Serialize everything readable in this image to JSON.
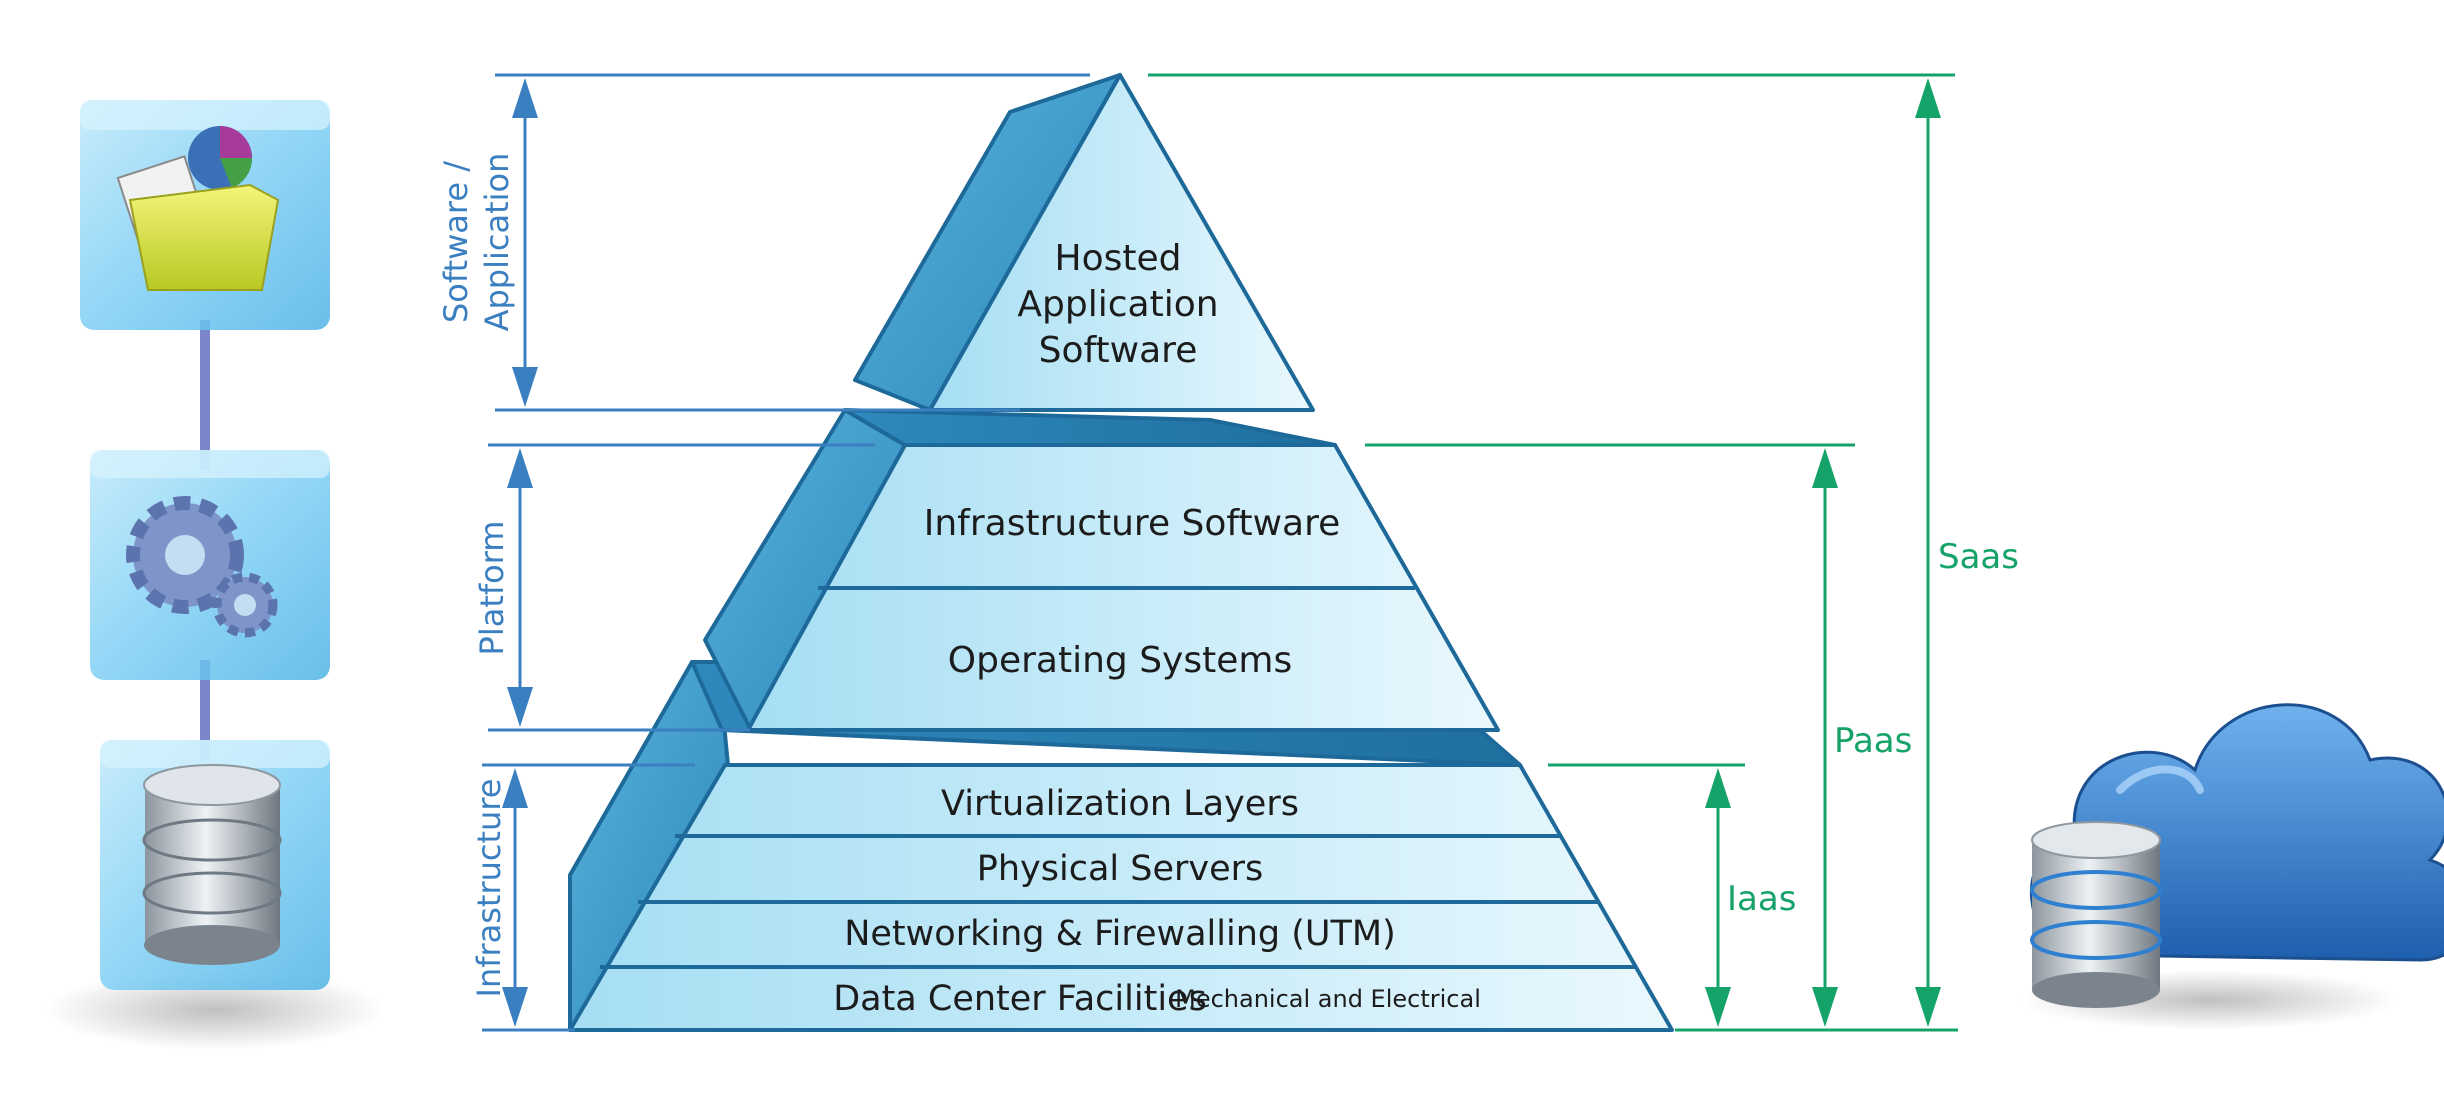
{
  "tiers": {
    "top": [
      "Hosted",
      "Application",
      "Software"
    ],
    "infrastructure_software": "Infrastructure Software",
    "operating_systems": "Operating Systems",
    "virtualization_layers": "Virtualization Layers",
    "physical_servers": "Physical Servers",
    "networking": "Networking & Firewalling (UTM)",
    "data_center": "Data Center Facilities",
    "data_center_note": "Mechanical and Electrical"
  },
  "left_labels": {
    "software_line1": "Software /",
    "software_line2": "Application",
    "platform": "Platform",
    "infrastructure": "Infrastructure"
  },
  "right_labels": {
    "saas": "Saas",
    "paas": "Paas",
    "iaas": "Iaas"
  },
  "colors": {
    "pyramid_outline": "#1d6a9a",
    "pyramid_fill_light": "#d6f0fb",
    "pyramid_fill_mid": "#a9dff3",
    "pyramid_side": "#3d9ccb",
    "left_marker": "#3a7fc0",
    "right_marker": "#16a36a"
  },
  "icons": {
    "stack_left": [
      "folder-documents-icon",
      "gears-icon",
      "database-icon"
    ],
    "right": "cloud-database-icon"
  }
}
